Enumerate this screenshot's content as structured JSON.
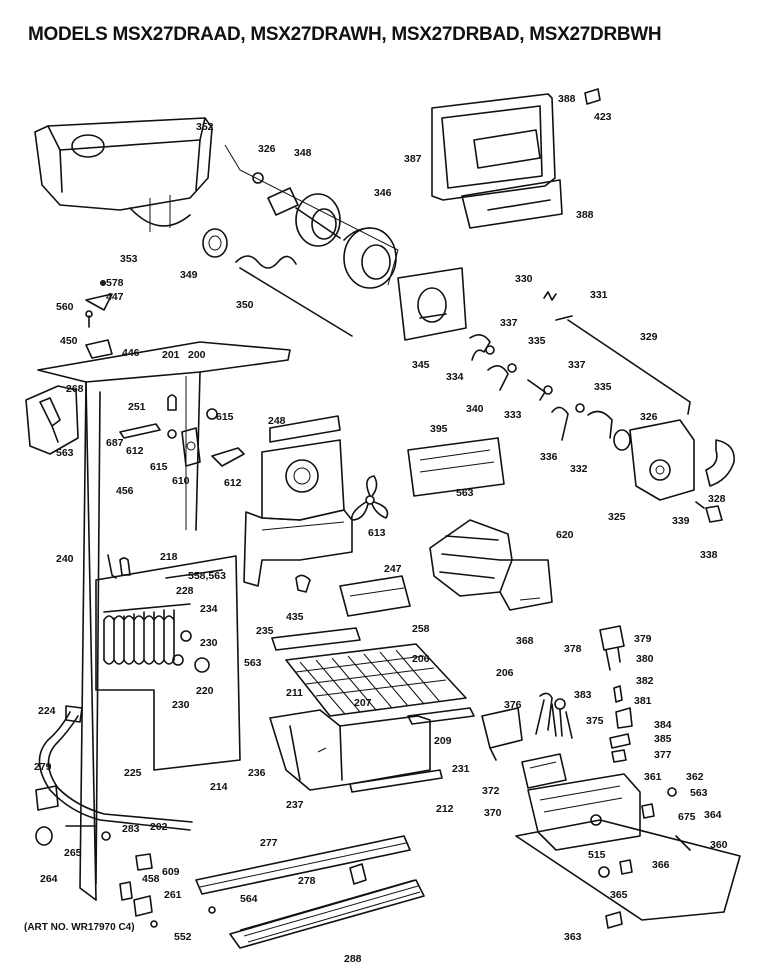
{
  "title": "MODELS MSX27DRAAD, MSX27DRAWH, MSX27DRBAD, MSX27DRBWH",
  "art_number": "(ART NO. WR17970 C4)",
  "colors": {
    "ink": "#111111",
    "paper": "#ffffff"
  },
  "parts": [
    {
      "id": "p352",
      "label": "352"
    },
    {
      "id": "p326a",
      "label": "326"
    },
    {
      "id": "p348",
      "label": "348"
    },
    {
      "id": "p346",
      "label": "346"
    },
    {
      "id": "p387",
      "label": "387"
    },
    {
      "id": "p388a",
      "label": "388"
    },
    {
      "id": "p423",
      "label": "423"
    },
    {
      "id": "p388b",
      "label": "388"
    },
    {
      "id": "p353",
      "label": "353"
    },
    {
      "id": "p349",
      "label": "349"
    },
    {
      "id": "p350",
      "label": "350"
    },
    {
      "id": "p578",
      "label": "578"
    },
    {
      "id": "p447",
      "label": "447"
    },
    {
      "id": "p560",
      "label": "560"
    },
    {
      "id": "p450",
      "label": "450"
    },
    {
      "id": "p446",
      "label": "446"
    },
    {
      "id": "p330",
      "label": "330"
    },
    {
      "id": "p331",
      "label": "331"
    },
    {
      "id": "p329",
      "label": "329"
    },
    {
      "id": "p337a",
      "label": "337"
    },
    {
      "id": "p335a",
      "label": "335"
    },
    {
      "id": "p345",
      "label": "345"
    },
    {
      "id": "p334",
      "label": "334"
    },
    {
      "id": "p337b",
      "label": "337"
    },
    {
      "id": "p340",
      "label": "340"
    },
    {
      "id": "p333",
      "label": "333"
    },
    {
      "id": "p335b",
      "label": "335"
    },
    {
      "id": "p326b",
      "label": "326"
    },
    {
      "id": "p336",
      "label": "336"
    },
    {
      "id": "p332",
      "label": "332"
    },
    {
      "id": "p328",
      "label": "328"
    },
    {
      "id": "p325",
      "label": "325"
    },
    {
      "id": "p339",
      "label": "339"
    },
    {
      "id": "p338",
      "label": "338"
    },
    {
      "id": "p201",
      "label": "201"
    },
    {
      "id": "p200",
      "label": "200"
    },
    {
      "id": "p268",
      "label": "268"
    },
    {
      "id": "p251",
      "label": "251"
    },
    {
      "id": "p615a",
      "label": "615"
    },
    {
      "id": "p248",
      "label": "248"
    },
    {
      "id": "p687",
      "label": "687"
    },
    {
      "id": "p612a",
      "label": "612"
    },
    {
      "id": "p615b",
      "label": "615"
    },
    {
      "id": "p563a",
      "label": "563"
    },
    {
      "id": "p610",
      "label": "610"
    },
    {
      "id": "p612b",
      "label": "612"
    },
    {
      "id": "p395",
      "label": "395"
    },
    {
      "id": "p563b",
      "label": "563"
    },
    {
      "id": "p456",
      "label": "456"
    },
    {
      "id": "p613",
      "label": "613"
    },
    {
      "id": "p620",
      "label": "620"
    },
    {
      "id": "p240",
      "label": "240"
    },
    {
      "id": "p218",
      "label": "218"
    },
    {
      "id": "p558",
      "label": "558,563"
    },
    {
      "id": "p228",
      "label": "228"
    },
    {
      "id": "p234",
      "label": "234"
    },
    {
      "id": "p247",
      "label": "247"
    },
    {
      "id": "p435",
      "label": "435"
    },
    {
      "id": "p258",
      "label": "258"
    },
    {
      "id": "p368",
      "label": "368"
    },
    {
      "id": "p230a",
      "label": "230"
    },
    {
      "id": "p235",
      "label": "235"
    },
    {
      "id": "p563c",
      "label": "563"
    },
    {
      "id": "p206a",
      "label": "206"
    },
    {
      "id": "p206b",
      "label": "206"
    },
    {
      "id": "p378",
      "label": "378"
    },
    {
      "id": "p379",
      "label": "379"
    },
    {
      "id": "p380",
      "label": "380"
    },
    {
      "id": "p382",
      "label": "382"
    },
    {
      "id": "p381",
      "label": "381"
    },
    {
      "id": "p220",
      "label": "220"
    },
    {
      "id": "p230b",
      "label": "230"
    },
    {
      "id": "p211",
      "label": "211"
    },
    {
      "id": "p207",
      "label": "207"
    },
    {
      "id": "p376",
      "label": "376"
    },
    {
      "id": "p383",
      "label": "383"
    },
    {
      "id": "p375",
      "label": "375"
    },
    {
      "id": "p384",
      "label": "384"
    },
    {
      "id": "p385",
      "label": "385"
    },
    {
      "id": "p377",
      "label": "377"
    },
    {
      "id": "p224",
      "label": "224"
    },
    {
      "id": "p209",
      "label": "209"
    },
    {
      "id": "p231",
      "label": "231"
    },
    {
      "id": "p372",
      "label": "372"
    },
    {
      "id": "p370",
      "label": "370"
    },
    {
      "id": "p361",
      "label": "361"
    },
    {
      "id": "p362",
      "label": "362"
    },
    {
      "id": "p563d",
      "label": "563"
    },
    {
      "id": "p225",
      "label": "225"
    },
    {
      "id": "p214",
      "label": "214"
    },
    {
      "id": "p236",
      "label": "236"
    },
    {
      "id": "p237",
      "label": "237"
    },
    {
      "id": "p212",
      "label": "212"
    },
    {
      "id": "p675",
      "label": "675"
    },
    {
      "id": "p364",
      "label": "364"
    },
    {
      "id": "p279",
      "label": "279"
    },
    {
      "id": "p202",
      "label": "202"
    },
    {
      "id": "p283",
      "label": "283"
    },
    {
      "id": "p277",
      "label": "277"
    },
    {
      "id": "p360",
      "label": "360"
    },
    {
      "id": "p515",
      "label": "515"
    },
    {
      "id": "p366",
      "label": "366"
    },
    {
      "id": "p265",
      "label": "265"
    },
    {
      "id": "p609",
      "label": "609"
    },
    {
      "id": "p278",
      "label": "278"
    },
    {
      "id": "p264",
      "label": "264"
    },
    {
      "id": "p458",
      "label": "458"
    },
    {
      "id": "p261",
      "label": "261"
    },
    {
      "id": "p365",
      "label": "365"
    },
    {
      "id": "p564",
      "label": "564"
    },
    {
      "id": "p552",
      "label": "552"
    },
    {
      "id": "p288",
      "label": "288"
    },
    {
      "id": "p363",
      "label": "363"
    }
  ]
}
